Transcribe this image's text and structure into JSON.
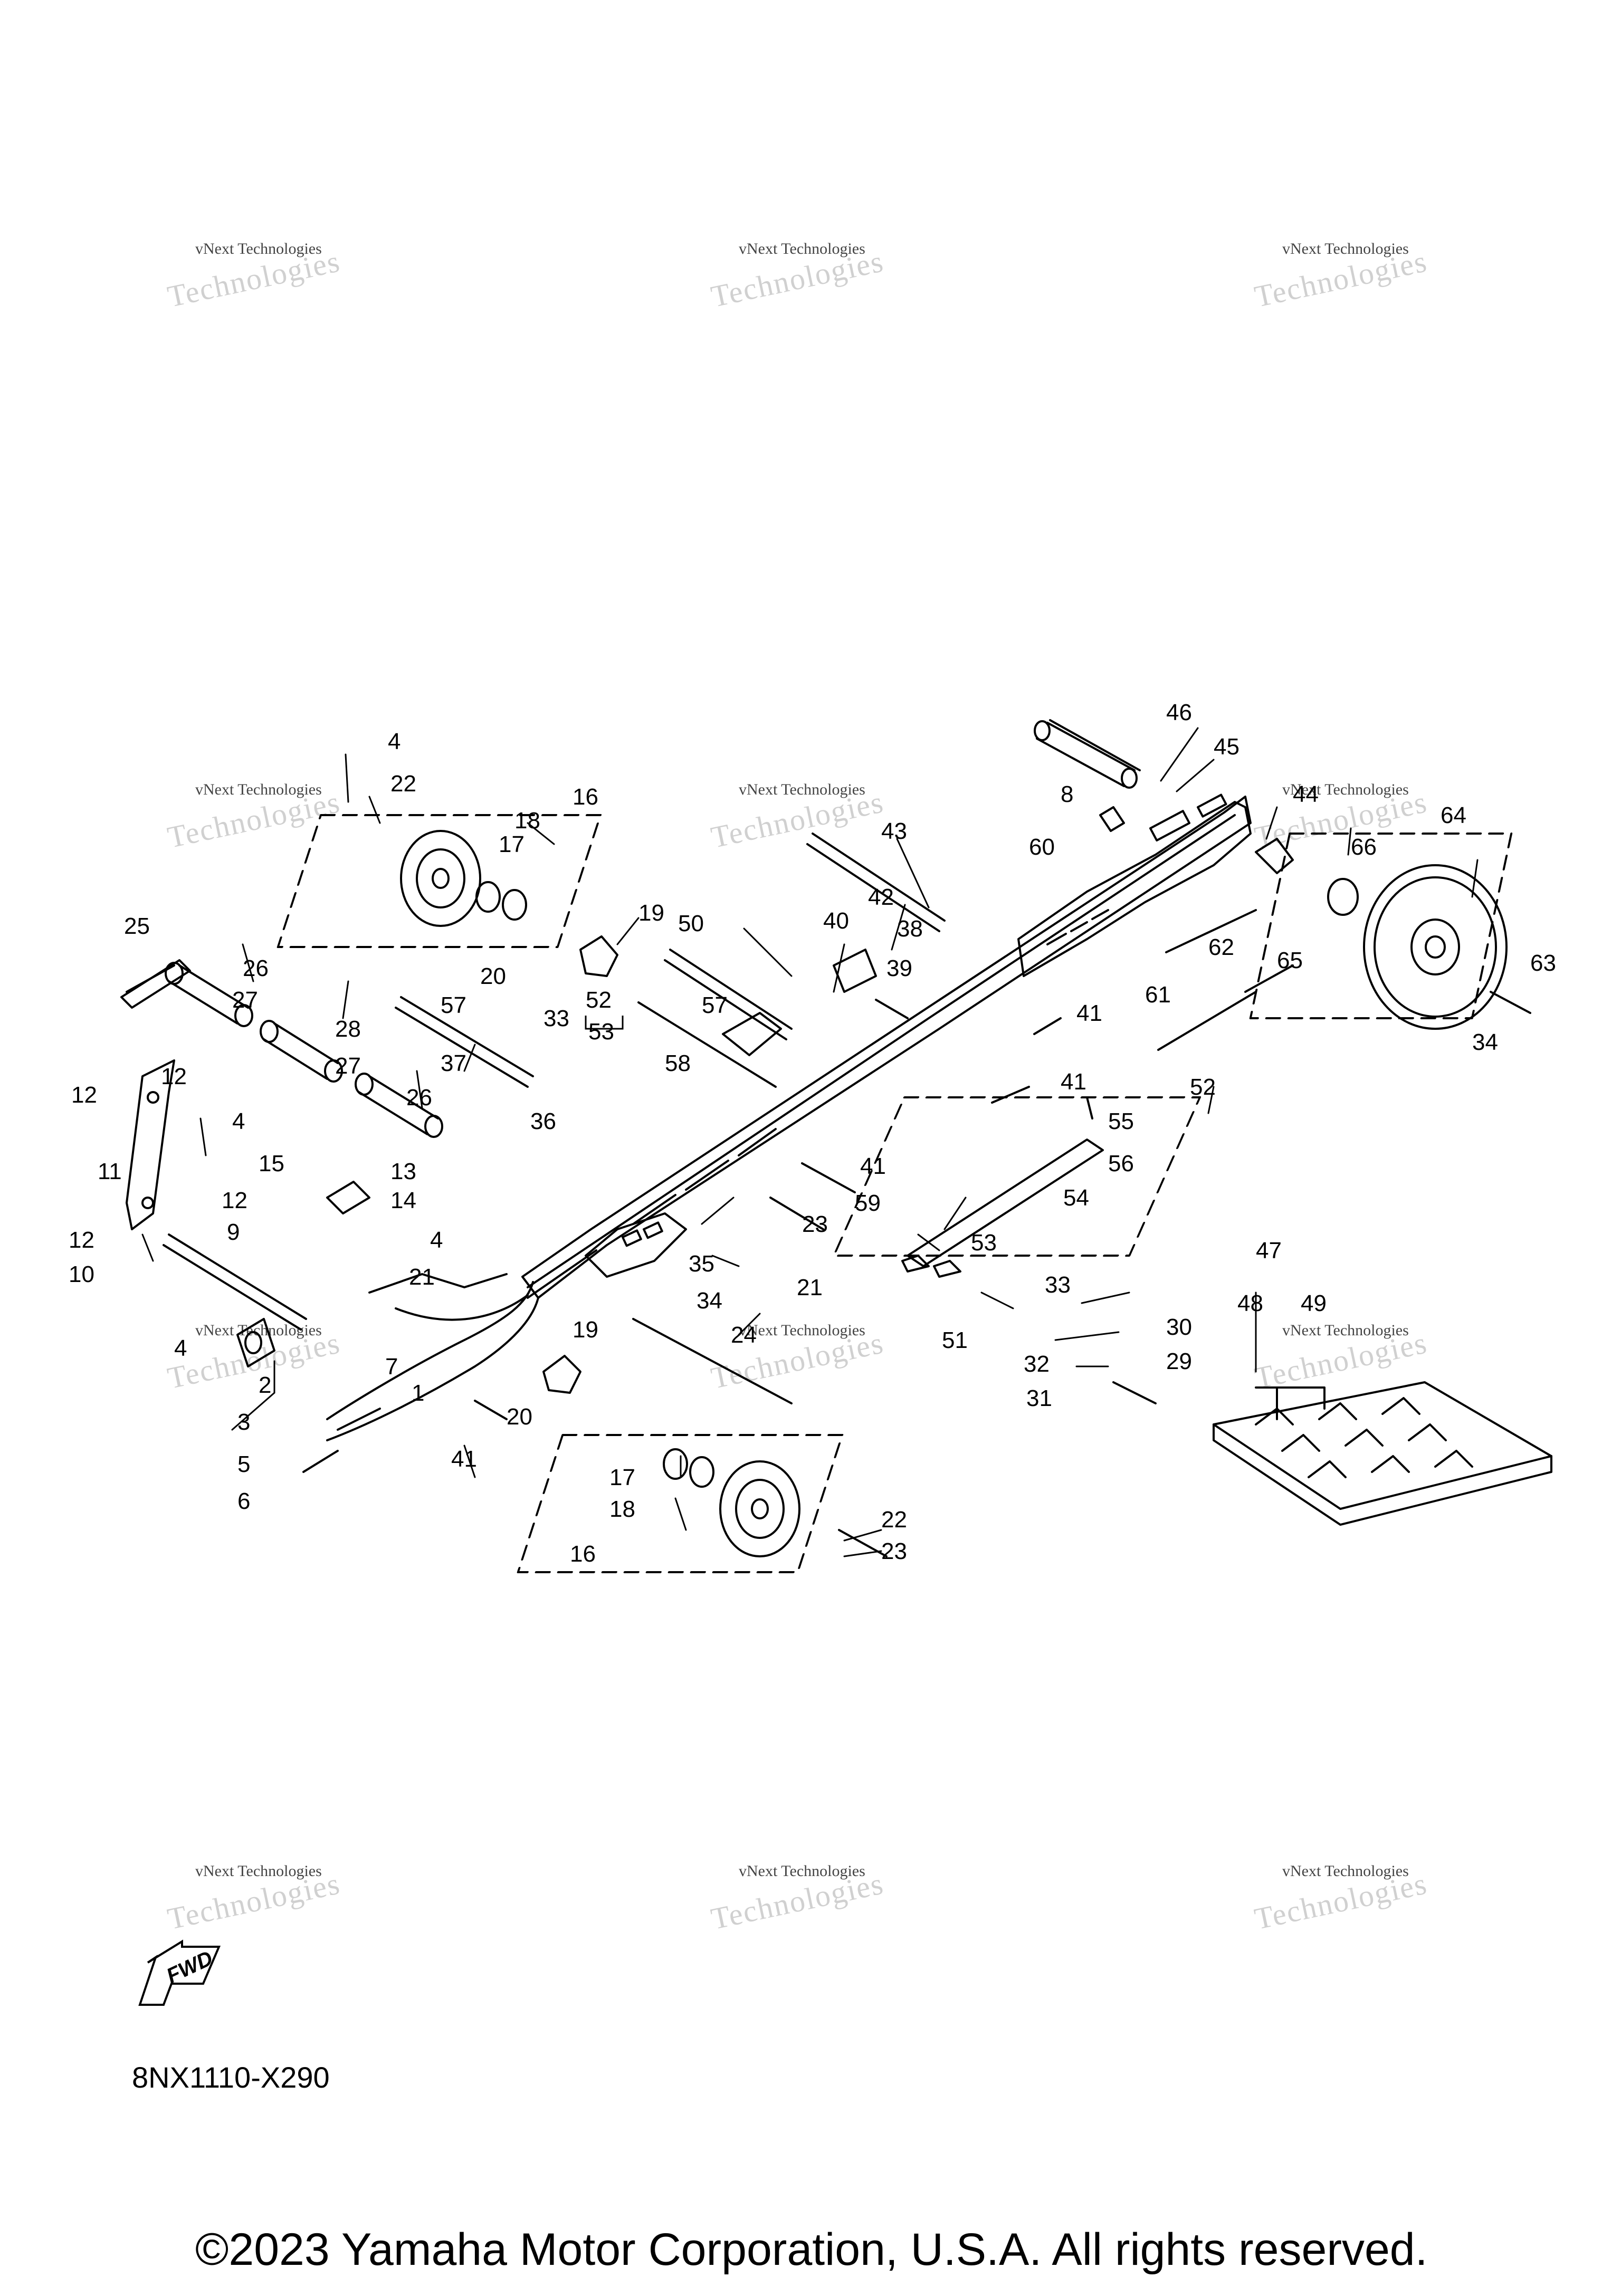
{
  "watermark": {
    "line1": "vNext Technologies",
    "line2": "Technologies"
  },
  "figure_code": "8NX1110-X290",
  "copyright": "©2023 Yamaha Motor Corporation, U.S.A. All rights reserved.",
  "fwd_label": "FWD",
  "icons": {
    "direction": "fwd-arrow-icon"
  },
  "callouts": [
    {
      "n": "1",
      "label": "1"
    },
    {
      "n": "2",
      "label": "2"
    },
    {
      "n": "3",
      "label": "3"
    },
    {
      "n": "4a",
      "label": "4"
    },
    {
      "n": "4b",
      "label": "4"
    },
    {
      "n": "4c",
      "label": "4"
    },
    {
      "n": "4d",
      "label": "4"
    },
    {
      "n": "5",
      "label": "5"
    },
    {
      "n": "6",
      "label": "6"
    },
    {
      "n": "7",
      "label": "7"
    },
    {
      "n": "8",
      "label": "8"
    },
    {
      "n": "9",
      "label": "9"
    },
    {
      "n": "10",
      "label": "10"
    },
    {
      "n": "11",
      "label": "11"
    },
    {
      "n": "12a",
      "label": "12"
    },
    {
      "n": "12b",
      "label": "12"
    },
    {
      "n": "12c",
      "label": "12"
    },
    {
      "n": "12d",
      "label": "12"
    },
    {
      "n": "13",
      "label": "13"
    },
    {
      "n": "14",
      "label": "14"
    },
    {
      "n": "15",
      "label": "15"
    },
    {
      "n": "16a",
      "label": "16"
    },
    {
      "n": "16b",
      "label": "16"
    },
    {
      "n": "17a",
      "label": "17"
    },
    {
      "n": "17b",
      "label": "17"
    },
    {
      "n": "18a",
      "label": "18"
    },
    {
      "n": "18b",
      "label": "18"
    },
    {
      "n": "19a",
      "label": "19"
    },
    {
      "n": "19b",
      "label": "19"
    },
    {
      "n": "20a",
      "label": "20"
    },
    {
      "n": "20b",
      "label": "20"
    },
    {
      "n": "21a",
      "label": "21"
    },
    {
      "n": "21b",
      "label": "21"
    },
    {
      "n": "22a",
      "label": "22"
    },
    {
      "n": "22b",
      "label": "22"
    },
    {
      "n": "23a",
      "label": "23"
    },
    {
      "n": "23b",
      "label": "23"
    },
    {
      "n": "24",
      "label": "24"
    },
    {
      "n": "25",
      "label": "25"
    },
    {
      "n": "26a",
      "label": "26"
    },
    {
      "n": "26b",
      "label": "26"
    },
    {
      "n": "27a",
      "label": "27"
    },
    {
      "n": "27b",
      "label": "27"
    },
    {
      "n": "28",
      "label": "28"
    },
    {
      "n": "29",
      "label": "29"
    },
    {
      "n": "30",
      "label": "30"
    },
    {
      "n": "31",
      "label": "31"
    },
    {
      "n": "32",
      "label": "32"
    },
    {
      "n": "33a",
      "label": "33"
    },
    {
      "n": "33b",
      "label": "33"
    },
    {
      "n": "34a",
      "label": "34"
    },
    {
      "n": "34b",
      "label": "34"
    },
    {
      "n": "35",
      "label": "35"
    },
    {
      "n": "36",
      "label": "36"
    },
    {
      "n": "37",
      "label": "37"
    },
    {
      "n": "38",
      "label": "38"
    },
    {
      "n": "39",
      "label": "39"
    },
    {
      "n": "40",
      "label": "40"
    },
    {
      "n": "41a",
      "label": "41"
    },
    {
      "n": "41b",
      "label": "41"
    },
    {
      "n": "41c",
      "label": "41"
    },
    {
      "n": "41d",
      "label": "41"
    },
    {
      "n": "42",
      "label": "42"
    },
    {
      "n": "43",
      "label": "43"
    },
    {
      "n": "44",
      "label": "44"
    },
    {
      "n": "45",
      "label": "45"
    },
    {
      "n": "46",
      "label": "46"
    },
    {
      "n": "47",
      "label": "47"
    },
    {
      "n": "48",
      "label": "48"
    },
    {
      "n": "49",
      "label": "49"
    },
    {
      "n": "50",
      "label": "50"
    },
    {
      "n": "51",
      "label": "51"
    },
    {
      "n": "52a",
      "label": "52"
    },
    {
      "n": "52b",
      "label": "52"
    },
    {
      "n": "53a",
      "label": "53"
    },
    {
      "n": "53b",
      "label": "53"
    },
    {
      "n": "54",
      "label": "54"
    },
    {
      "n": "55",
      "label": "55"
    },
    {
      "n": "56",
      "label": "56"
    },
    {
      "n": "57a",
      "label": "57"
    },
    {
      "n": "57b",
      "label": "57"
    },
    {
      "n": "58",
      "label": "58"
    },
    {
      "n": "59",
      "label": "59"
    },
    {
      "n": "60",
      "label": "60"
    },
    {
      "n": "61",
      "label": "61"
    },
    {
      "n": "62",
      "label": "62"
    },
    {
      "n": "63",
      "label": "63"
    },
    {
      "n": "64",
      "label": "64"
    },
    {
      "n": "65",
      "label": "65"
    },
    {
      "n": "66",
      "label": "66"
    }
  ]
}
